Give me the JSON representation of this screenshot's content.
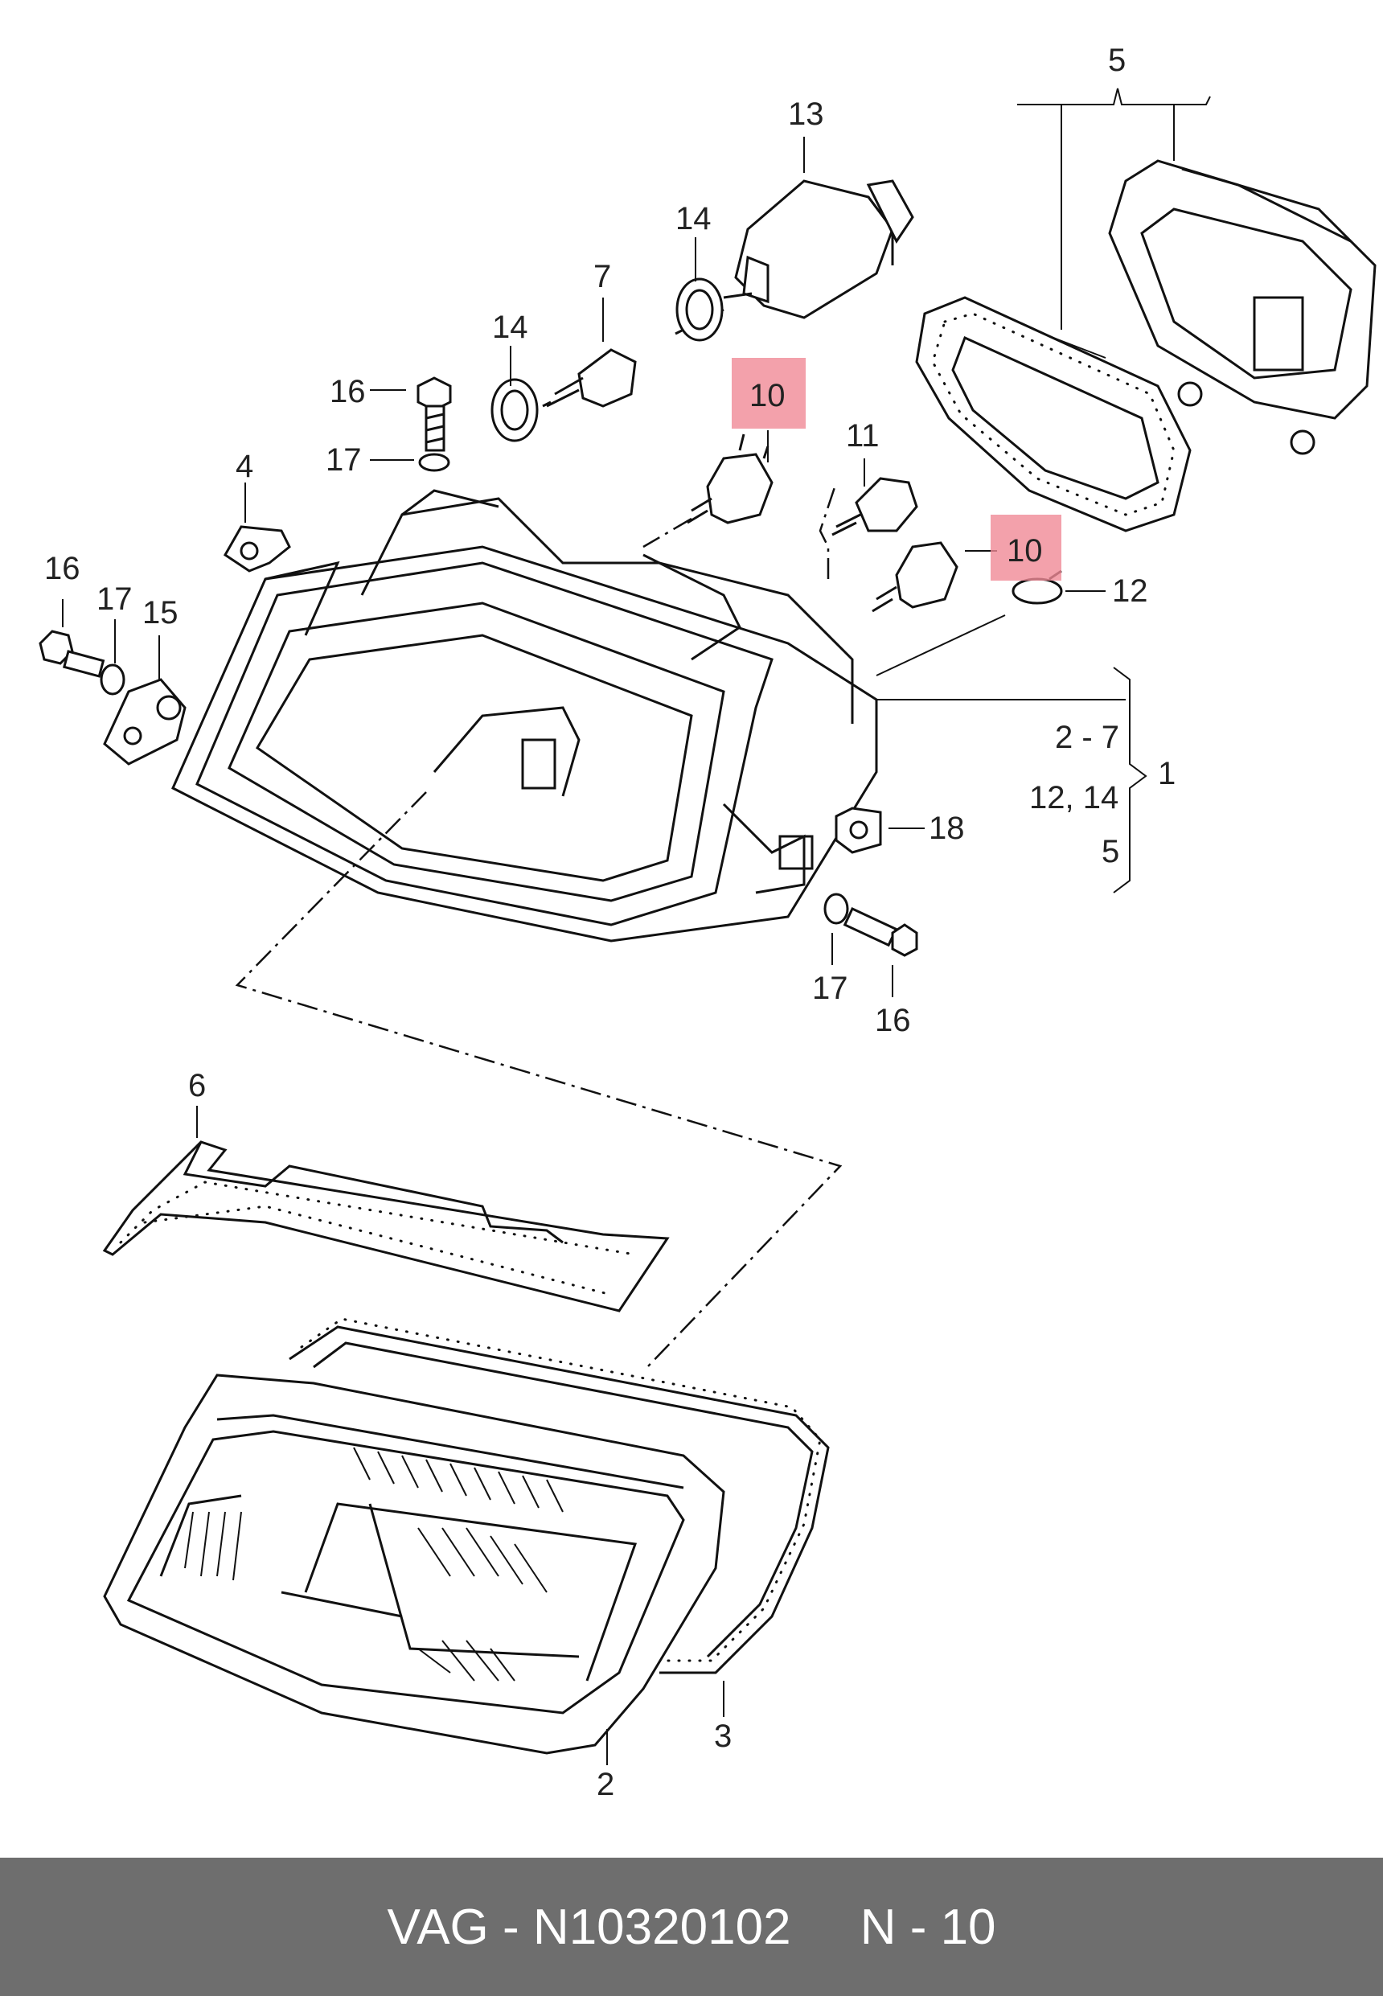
{
  "diagram": {
    "callouts": {
      "c1": "1",
      "c2": "2",
      "c3": "3",
      "c4": "4",
      "c5": "5",
      "c6": "6",
      "c7": "7",
      "c10a": "10",
      "c10b": "10",
      "c11": "11",
      "c12": "12",
      "c13": "13",
      "c14a": "14",
      "c14b": "14",
      "c15": "15",
      "c16a": "16",
      "c16b": "16",
      "c16c": "16",
      "c17a": "17",
      "c17b": "17",
      "c17c": "17",
      "c18": "18",
      "g_2_7": "2 - 7",
      "g_12_14": "12, 14",
      "g_5": "5"
    },
    "highlight_color": "#f08a96"
  },
  "footer": {
    "brand": "VAG",
    "separator": "-",
    "part_number": "N10320102",
    "page_ref": "N - 10",
    "background": "#6e6e6e"
  }
}
